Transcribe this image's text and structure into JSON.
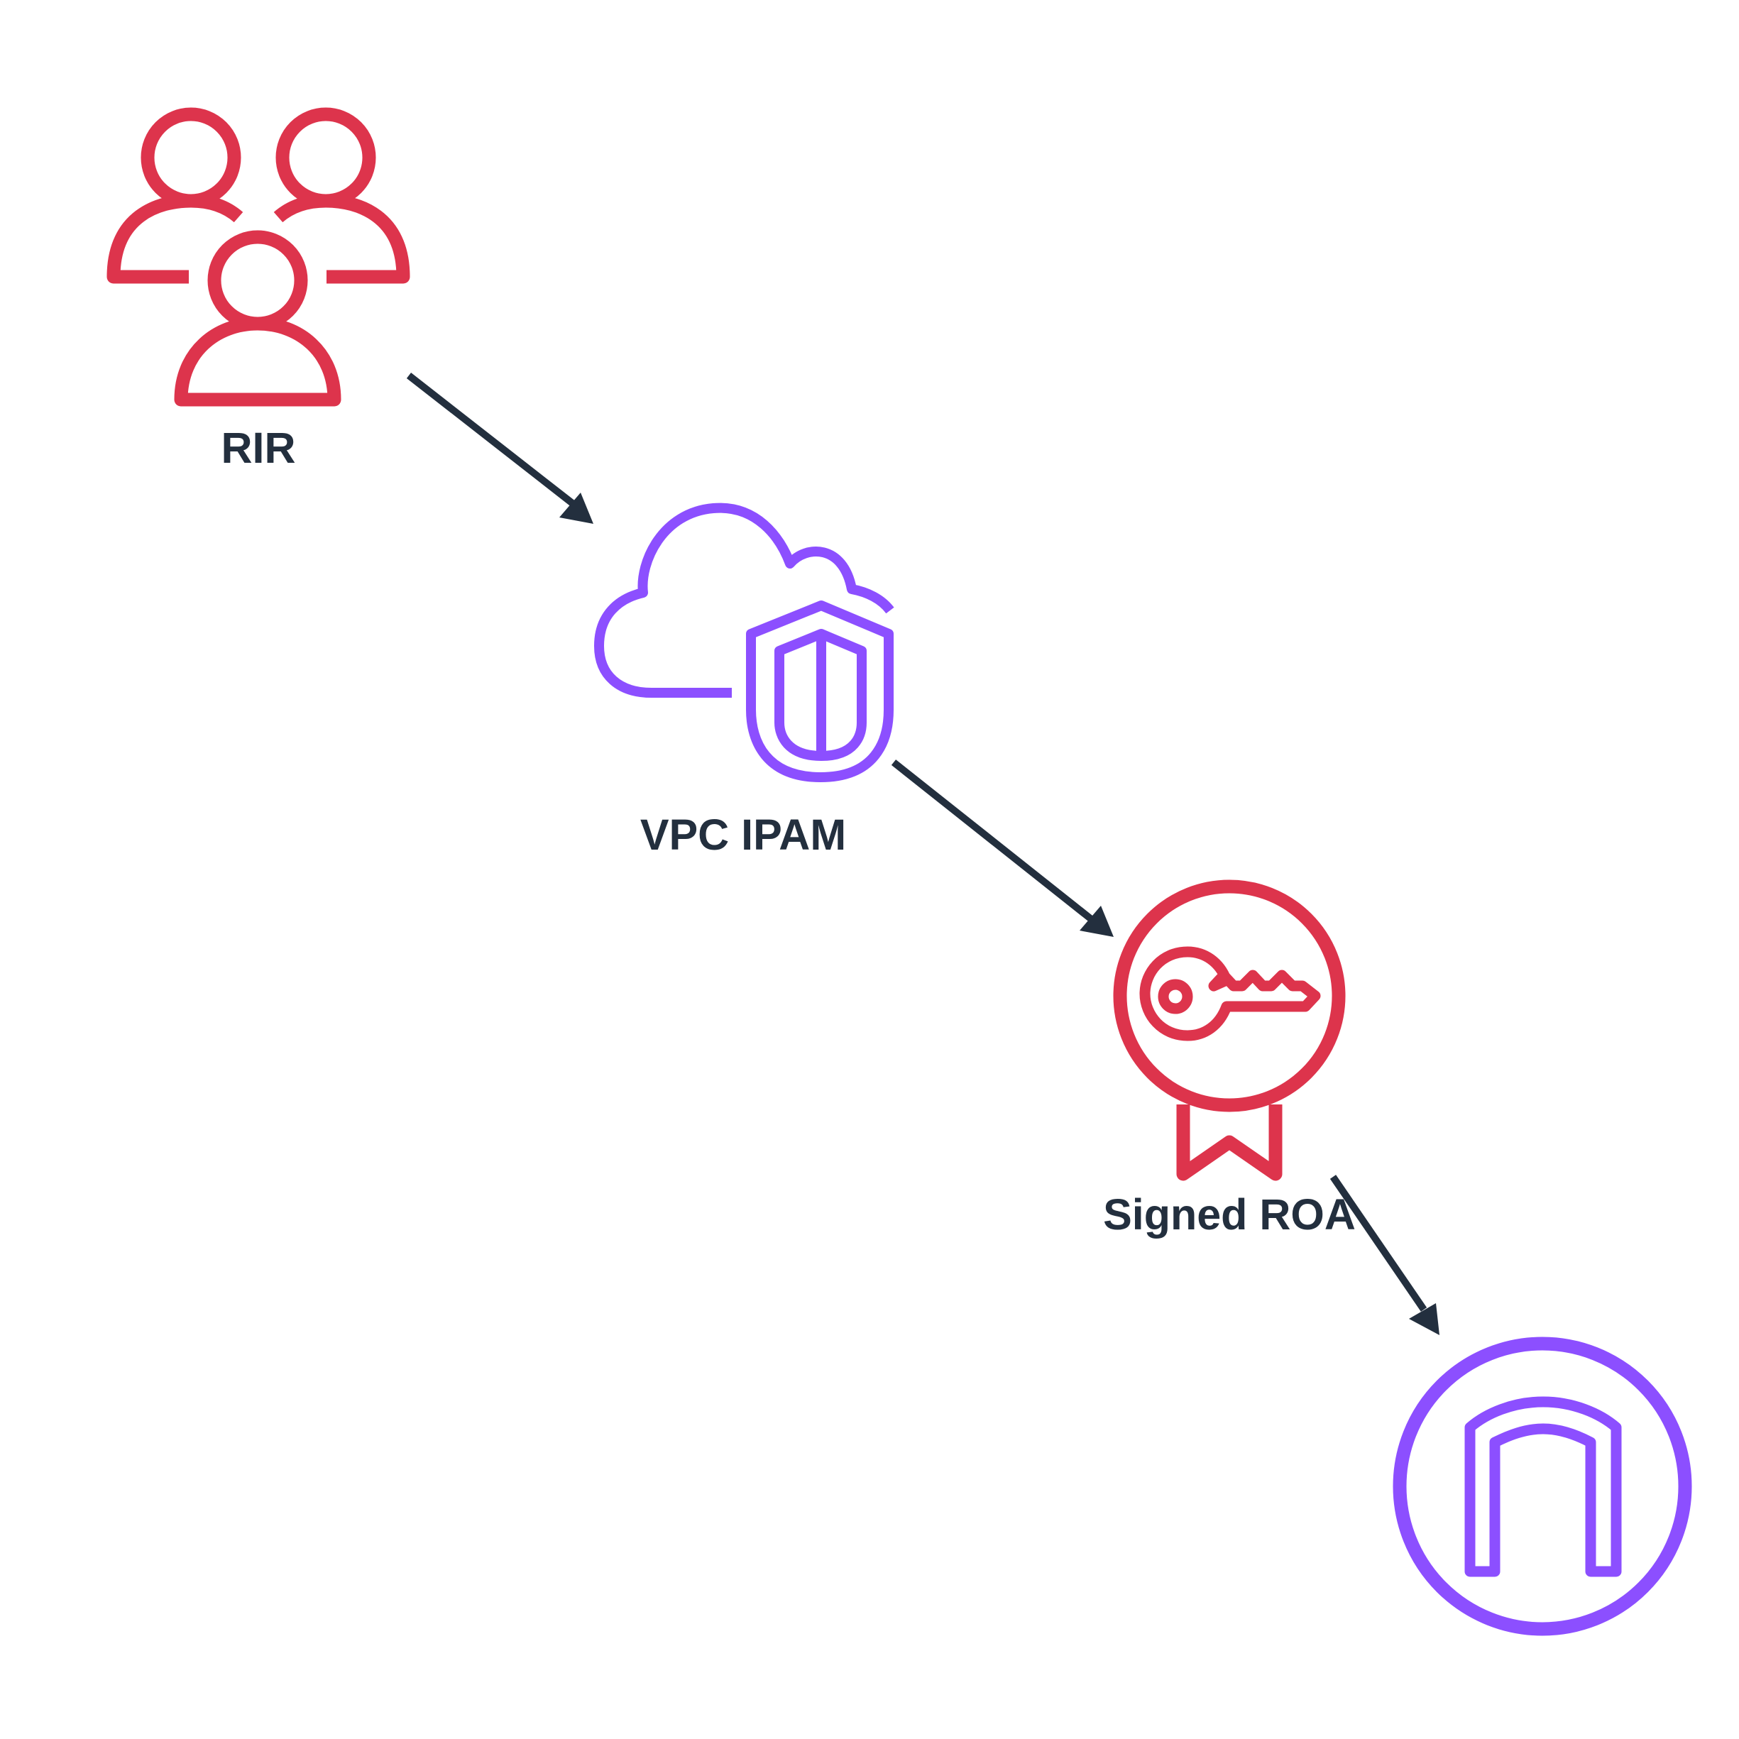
{
  "colors": {
    "red": "#dd344c",
    "purple": "#8c4fff",
    "arrow": "#232f3e",
    "label": "#232f3e",
    "background": "#ffffff"
  },
  "nodes": {
    "rir": {
      "label": "RIR",
      "icon": "users-group-icon"
    },
    "ipam": {
      "label": "VPC IPAM",
      "icon": "cloud-shield-icon"
    },
    "roa": {
      "label": "Signed ROA",
      "icon": "certificate-key-icon"
    },
    "endpoint": {
      "label": "",
      "icon": "internet-gateway-icon"
    }
  },
  "edges": [
    {
      "from": "rir",
      "to": "ipam"
    },
    {
      "from": "ipam",
      "to": "roa"
    },
    {
      "from": "roa",
      "to": "endpoint"
    }
  ]
}
